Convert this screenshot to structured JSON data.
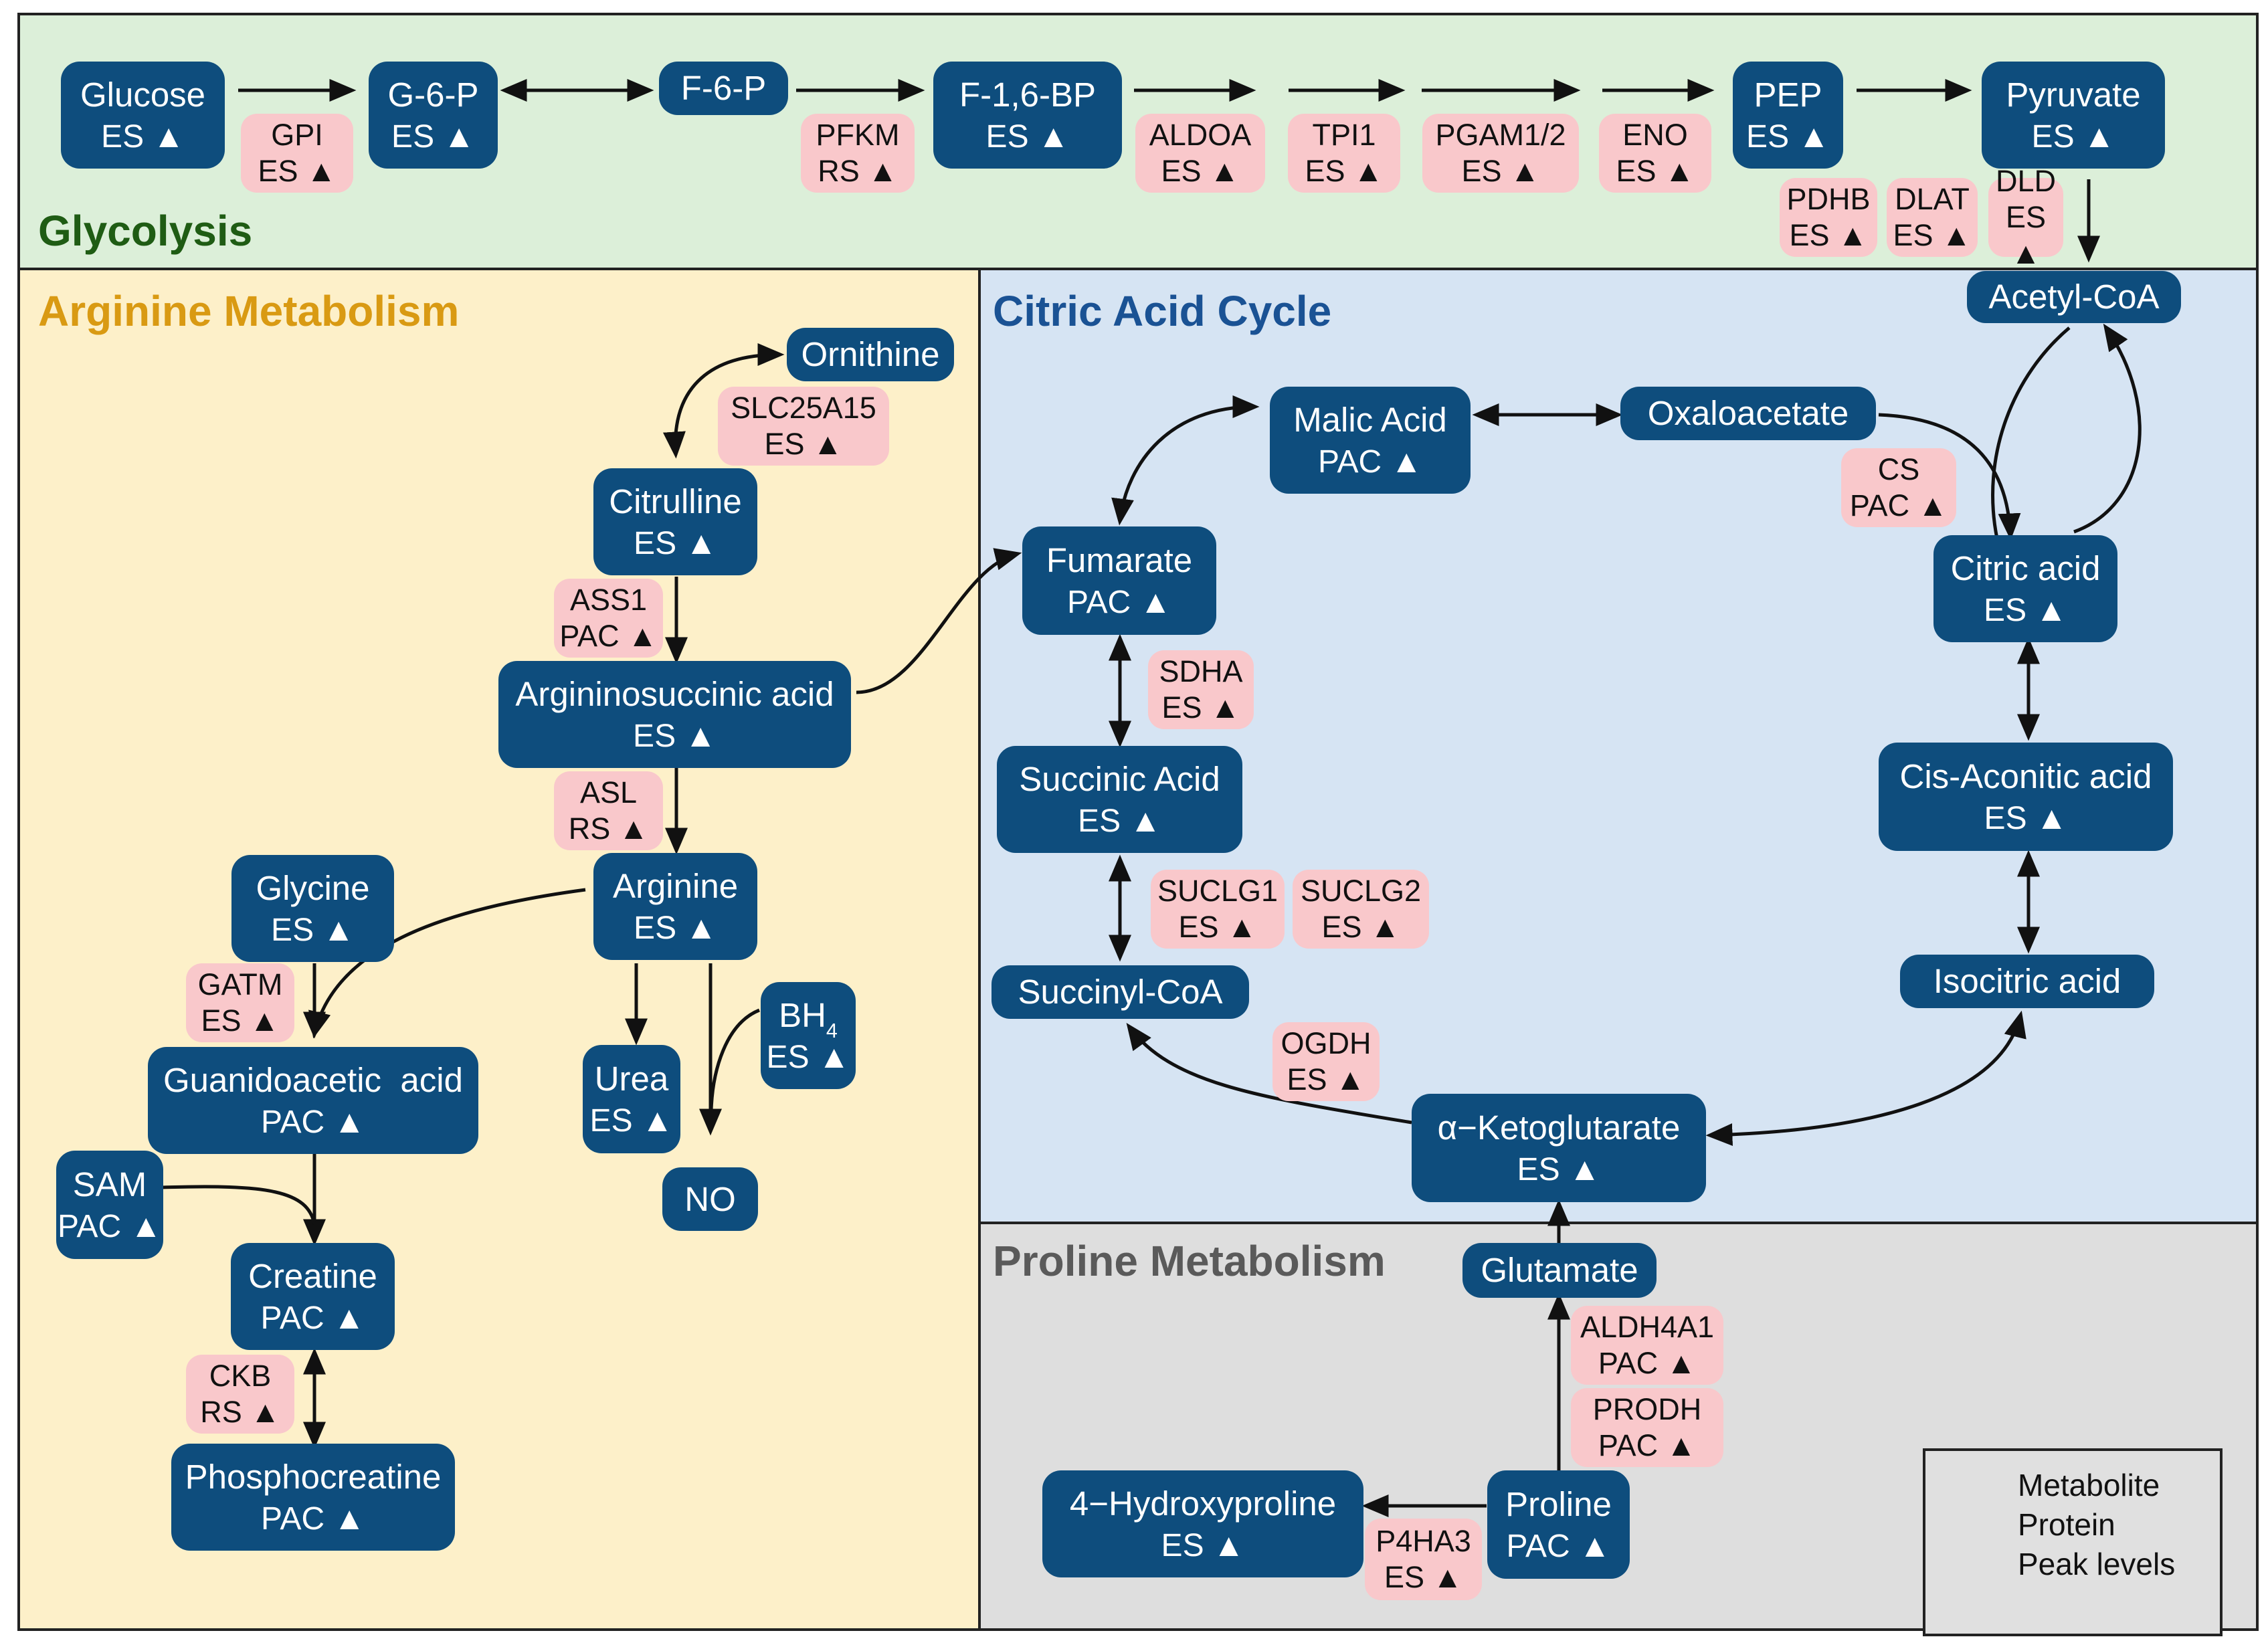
{
  "colors": {
    "glycolysis_bg": "#dcefd9",
    "arginine_bg": "#fdf0c9",
    "tca_bg": "#d6e4f3",
    "proline_bg": "#dedede",
    "metabolite": "#0e4d7d",
    "protein": "#f9c8cb",
    "glycolysis_title": "#1f5c14",
    "arginine_title": "#d99a13",
    "tca_title": "#1a5294",
    "proline_title": "#5a5a5a"
  },
  "sections": {
    "glycolysis": "Glycolysis",
    "arginine": "Arginine Metabolism",
    "tca": "Citric Acid Cycle",
    "proline": "Proline Metabolism"
  },
  "metabolites": {
    "glucose": {
      "name": "Glucose",
      "level": "ES"
    },
    "g6p": {
      "name": "G-6-P",
      "level": "ES"
    },
    "f6p": {
      "name": "F-6-P"
    },
    "f16bp": {
      "name": "F-1,6-BP",
      "level": "ES"
    },
    "pep": {
      "name": "PEP",
      "level": "ES"
    },
    "pyruvate": {
      "name": "Pyruvate",
      "level": "ES"
    },
    "acetylcoa": {
      "name": "Acetyl-CoA"
    },
    "ornithine": {
      "name": "Ornithine"
    },
    "citrulline": {
      "name": "Citrulline",
      "level": "ES"
    },
    "argininosuccinic": {
      "name": "Argininosuccinic acid",
      "level": "ES"
    },
    "arginine": {
      "name": "Arginine",
      "level": "ES"
    },
    "glycine": {
      "name": "Glycine",
      "level": "ES"
    },
    "guanidoacetic": {
      "name": "Guanidoacetic  acid",
      "level": "PAC"
    },
    "sam": {
      "name": "SAM",
      "level": "PAC"
    },
    "creatine": {
      "name": "Creatine",
      "level": "PAC"
    },
    "phosphocreatine": {
      "name": "Phosphocreatine",
      "level": "PAC"
    },
    "urea": {
      "name": "Urea",
      "level": "ES"
    },
    "bh4": {
      "name": "BH",
      "sub": "4",
      "level": "ES"
    },
    "no": {
      "name": "NO"
    },
    "malic": {
      "name": "Malic Acid",
      "level": "PAC"
    },
    "oxaloacetate": {
      "name": "Oxaloacetate"
    },
    "fumarate": {
      "name": "Fumarate",
      "level": "PAC"
    },
    "succinic": {
      "name": "Succinic Acid",
      "level": "ES"
    },
    "succinylcoa": {
      "name": "Succinyl-CoA"
    },
    "citric": {
      "name": "Citric acid",
      "level": "ES"
    },
    "cisaconitic": {
      "name": "Cis-Aconitic acid",
      "level": "ES"
    },
    "isocitric": {
      "name": "Isocitric acid"
    },
    "akg": {
      "name": "α−Ketoglutarate",
      "level": "ES"
    },
    "glutamate": {
      "name": "Glutamate"
    },
    "proline": {
      "name": "Proline",
      "level": "PAC"
    },
    "hydroxyproline": {
      "name": "4−Hydroxyproline",
      "level": "ES"
    }
  },
  "proteins": {
    "gpi": {
      "name": "GPI",
      "level": "ES"
    },
    "pfkm": {
      "name": "PFKM",
      "level": "RS"
    },
    "aldoa": {
      "name": "ALDOA",
      "level": "ES"
    },
    "tpi1": {
      "name": "TPI1",
      "level": "ES"
    },
    "pgam": {
      "name": "PGAM1/2",
      "level": "ES"
    },
    "eno": {
      "name": "ENO",
      "level": "ES"
    },
    "pdhb": {
      "name": "PDHB",
      "level": "ES"
    },
    "dlat": {
      "name": "DLAT",
      "level": "ES"
    },
    "dld": {
      "name": "DLD",
      "level": "ES"
    },
    "slc25a15": {
      "name": "SLC25A15",
      "level": "ES"
    },
    "ass1": {
      "name": "ASS1",
      "level": "PAC"
    },
    "asl": {
      "name": "ASL",
      "level": "RS"
    },
    "gatm": {
      "name": "GATM",
      "level": "ES"
    },
    "ckb": {
      "name": "CKB",
      "level": "RS"
    },
    "cs": {
      "name": "CS",
      "level": "PAC"
    },
    "sdha": {
      "name": "SDHA",
      "level": "ES"
    },
    "suclg1": {
      "name": "SUCLG1",
      "level": "ES"
    },
    "suclg2": {
      "name": "SUCLG2",
      "level": "ES"
    },
    "ogdh": {
      "name": "OGDH",
      "level": "ES"
    },
    "aldh4a1": {
      "name": "ALDH4A1",
      "level": "PAC"
    },
    "prodh": {
      "name": "PRODH",
      "level": "PAC"
    },
    "p4ha3": {
      "name": "P4HA3",
      "level": "ES"
    }
  },
  "legend": {
    "metabolite": "Metabolite",
    "protein": "Protein",
    "peak": "Peak levels"
  }
}
